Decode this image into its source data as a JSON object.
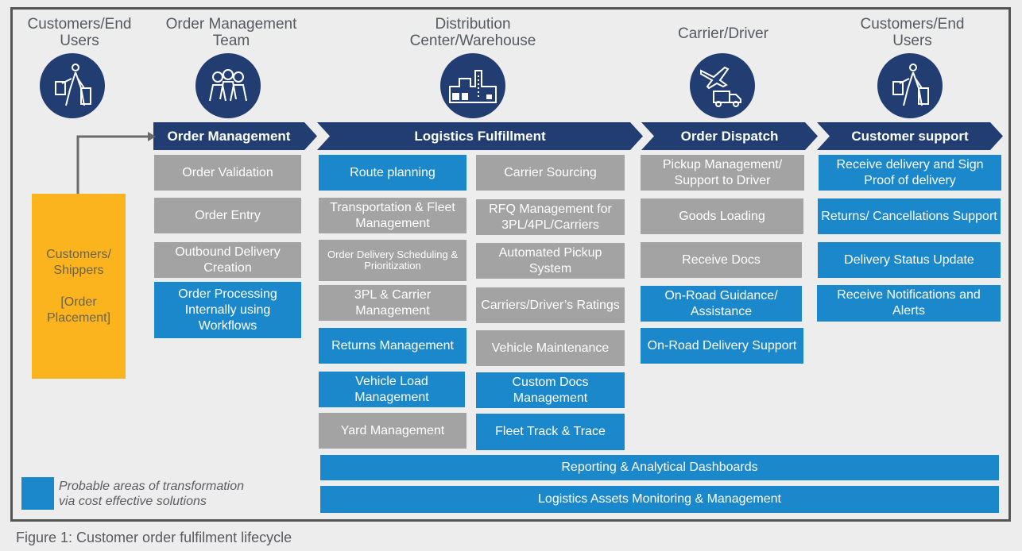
{
  "roles": [
    {
      "label": "Customers/End Users",
      "icon": "shopper-icon"
    },
    {
      "label": "Order Management Team",
      "icon": "team-icon"
    },
    {
      "label": "Distribution Center/Warehouse",
      "icon": "warehouse-icon"
    },
    {
      "label": "Carrier/Driver",
      "icon": "plane-truck-icon"
    },
    {
      "label": "Customers/End Users",
      "icon": "shopper-icon"
    }
  ],
  "stages": [
    {
      "label": "Order Management"
    },
    {
      "label": "Logistics Fulfillment"
    },
    {
      "label": "Order Dispatch"
    },
    {
      "label": "Customer support"
    }
  ],
  "origin": {
    "line1": "Customers/",
    "line2": "Shippers",
    "line3": "[Order",
    "line4": "Placement]"
  },
  "order_management": [
    {
      "label": "Order Validation",
      "highlight": false
    },
    {
      "label": "Order Entry",
      "highlight": false
    },
    {
      "label": "Outbound Delivery Creation",
      "highlight": false
    },
    {
      "label": "Order Processing Internally using Workflows",
      "highlight": true
    }
  ],
  "logistics_left": [
    {
      "label": "Route planning",
      "highlight": true
    },
    {
      "label": "Transportation & Fleet Management",
      "highlight": false
    },
    {
      "label": "Order Delivery Scheduling & Prioritization",
      "highlight": false
    },
    {
      "label": "3PL & Carrier Management",
      "highlight": false
    },
    {
      "label": "Returns Management",
      "highlight": true
    },
    {
      "label": "Vehicle Load Management",
      "highlight": true
    },
    {
      "label": "Yard Management",
      "highlight": false
    }
  ],
  "logistics_right": [
    {
      "label": "Carrier Sourcing",
      "highlight": false
    },
    {
      "label": "RFQ Management for 3PL/4PL/Carriers",
      "highlight": false
    },
    {
      "label": "Automated Pickup System",
      "highlight": false
    },
    {
      "label": "Carriers/Driver’s Ratings",
      "highlight": false
    },
    {
      "label": "Vehicle Maintenance",
      "highlight": false
    },
    {
      "label": "Custom Docs Management",
      "highlight": true
    },
    {
      "label": "Fleet Track & Trace",
      "highlight": true
    }
  ],
  "order_dispatch": [
    {
      "label": "Pickup Management/ Support to Driver",
      "highlight": false
    },
    {
      "label": "Goods Loading",
      "highlight": false
    },
    {
      "label": "Receive Docs",
      "highlight": false
    },
    {
      "label": "On-Road Guidance/ Assistance",
      "highlight": true
    },
    {
      "label": "On-Road Delivery Support",
      "highlight": true
    }
  ],
  "customer_support": [
    {
      "label": "Receive delivery and Sign Proof of delivery",
      "highlight": true
    },
    {
      "label": "Returns/ Cancellations Support",
      "highlight": true
    },
    {
      "label": "Delivery Status Update",
      "highlight": true
    },
    {
      "label": "Receive Notifications and Alerts",
      "highlight": true
    }
  ],
  "cross_cutting": [
    {
      "label": "Reporting & Analytical Dashboards"
    },
    {
      "label": "Logistics Assets Monitoring & Management"
    }
  ],
  "legend": {
    "line1": "Probable areas of transformation",
    "line2": "via cost effective solutions"
  },
  "caption": "Figure 1: Customer order fulfilment lifecycle",
  "colors": {
    "navy": "#223d72",
    "highlight_blue": "#1b88cb",
    "grey": "#a3a3a4",
    "yellow": "#fbb41d"
  }
}
